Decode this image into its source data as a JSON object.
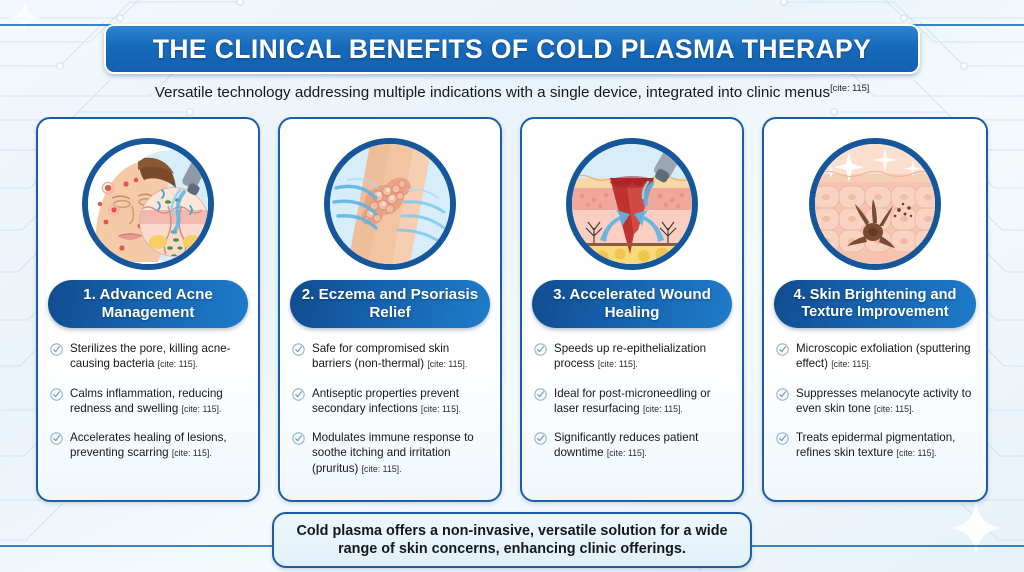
{
  "header": {
    "title": "THE CLINICAL BENEFITS OF COLD PLASMA THERAPY",
    "subtitle": "Versatile technology addressing multiple indications with a single device, integrated into clinic menus",
    "subtitle_cite": "[cite: 115]"
  },
  "theme": {
    "title_blue": "#1769bb",
    "card_border": "#1b5ea6",
    "head_gradient_start": "#114c8f",
    "head_gradient_end": "#1f7bc9",
    "rule_blue": "#1f6db5",
    "page_bg": "#eaf3fa",
    "text": "#15181c"
  },
  "cards": [
    {
      "illustration_name": "acne-face-pore-illustration",
      "heading": "1. Advanced Acne Management",
      "bullets": [
        {
          "text": "Sterilizes the pore, killing acne-causing bacteria ",
          "cite": "[cite: 115]."
        },
        {
          "text": "Calms inflammation, reducing redness and swelling ",
          "cite": "[cite: 115]."
        },
        {
          "text": "Accelerates healing of lesions, preventing scarring ",
          "cite": "[cite: 115]."
        }
      ]
    },
    {
      "illustration_name": "psoriasis-plaque-arm-illustration",
      "heading": "2. Eczema and Psoriasis Relief",
      "bullets": [
        {
          "text": "Safe for compromised skin barriers (non-thermal) ",
          "cite": "[cite: 115]."
        },
        {
          "text": "Antiseptic properties prevent secondary infections ",
          "cite": "[cite: 115]."
        },
        {
          "text": "Modulates immune response to soothe itching and irritation (pruritus) ",
          "cite": "[cite: 115]."
        }
      ]
    },
    {
      "illustration_name": "wound-cross-section-plasma-device-illustration",
      "heading": "3. Accelerated Wound Healing",
      "bullets": [
        {
          "text": "Speeds up re-epithelialization process ",
          "cite": "[cite: 115]."
        },
        {
          "text": "Ideal for post-microneedling or laser resurfacing ",
          "cite": "[cite: 115]."
        },
        {
          "text": "Significantly reduces patient downtime ",
          "cite": "[cite: 115]."
        }
      ]
    },
    {
      "illustration_name": "melanocyte-skin-layers-illustration",
      "heading": "4. Skin Brightening and Texture Improvement",
      "bullets": [
        {
          "text": "Microscopic exfoliation (sputtering effect) ",
          "cite": "[cite: 115]."
        },
        {
          "text": "Suppresses melanocyte activity to even skin tone ",
          "cite": "[cite: 115]."
        },
        {
          "text": "Treats epidermal pigmentation, refines skin texture ",
          "cite": "[cite: 115]."
        }
      ]
    }
  ],
  "footer": {
    "text": "Cold plasma offers a non-invasive, versatile solution for a wide range of skin concerns, enhancing clinic offerings."
  }
}
